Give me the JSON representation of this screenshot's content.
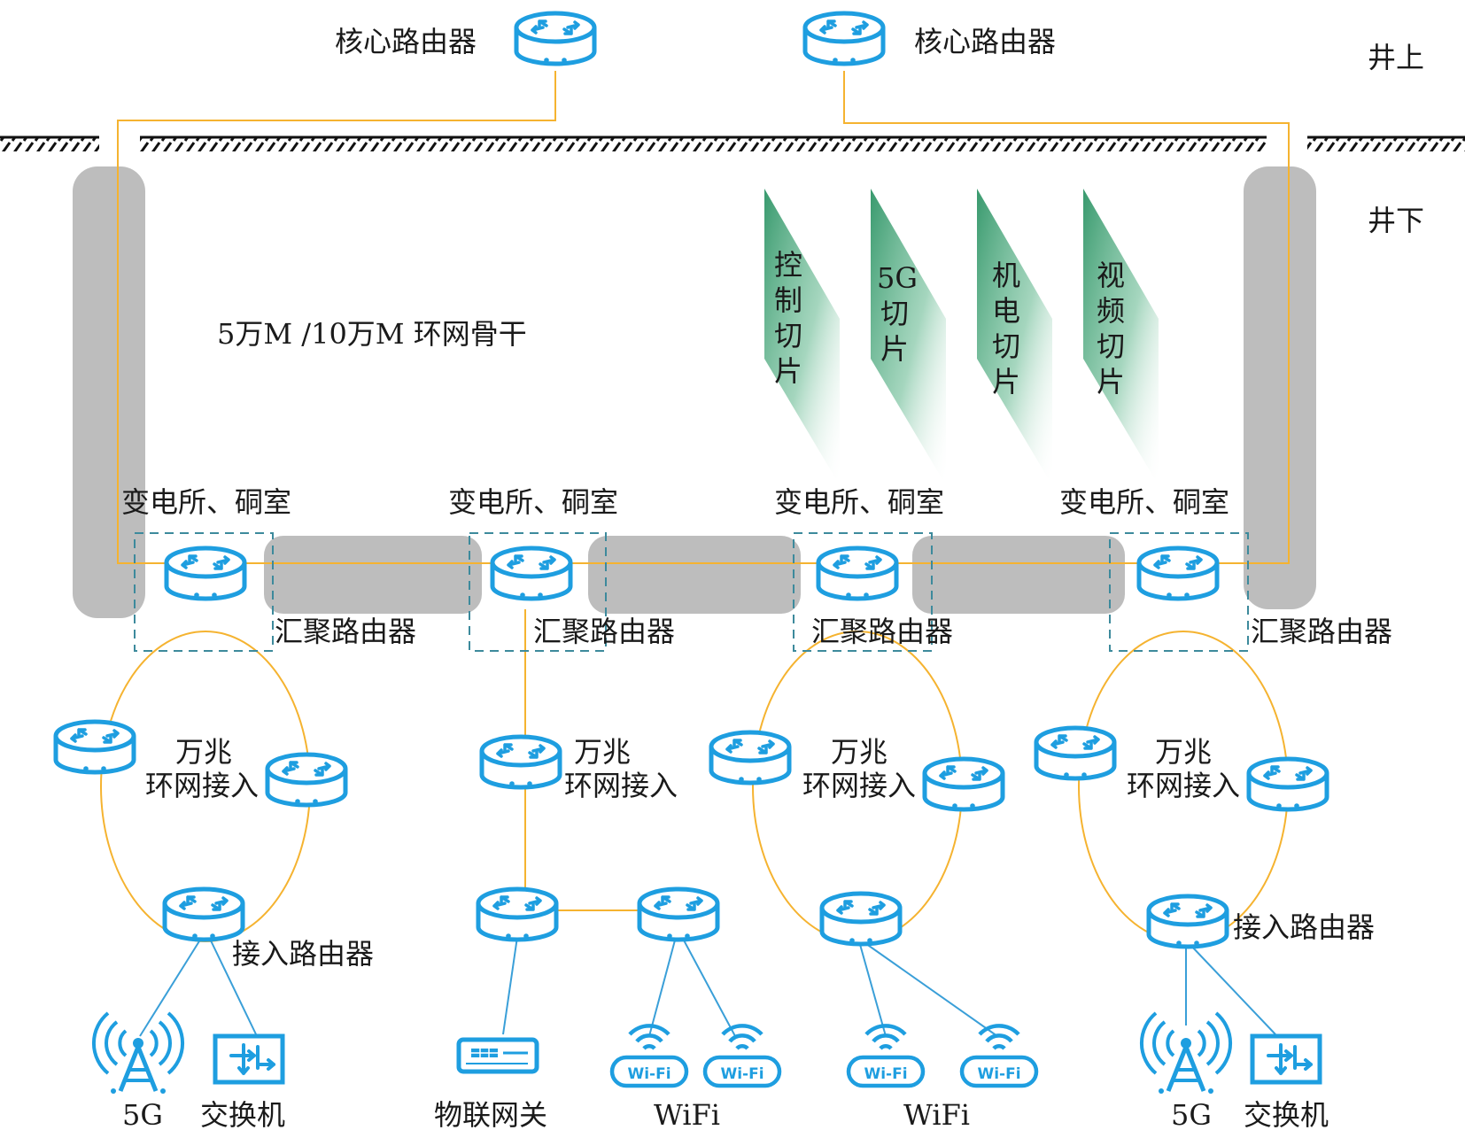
{
  "labels": {
    "core_router_left": "核心路由器",
    "core_router_right": "核心路由器",
    "above_ground": "井上",
    "below_ground": "井下",
    "backbone": "5万M /10万M  环网骨干",
    "substation_1": "变电所、硐室",
    "substation_2": "变电所、硐室",
    "substation_3": "变电所、硐室",
    "substation_4": "变电所、硐室",
    "aggregation_1": "汇聚路由器",
    "aggregation_2": "汇聚路由器",
    "aggregation_3": "汇聚路由器",
    "aggregation_4": "汇聚路由器",
    "ring_access_1_line1": "万兆",
    "ring_access_1_line2": "环网接入",
    "ring_access_2_line1": "万兆",
    "ring_access_2_line2": "环网接入",
    "ring_access_3_line1": "万兆",
    "ring_access_3_line2": "环网接入",
    "ring_access_4_line1": "万兆",
    "ring_access_4_line2": "环网接入",
    "access_router_1": "接入路由器",
    "access_router_4": "接入路由器",
    "leaf_5g_1": "5G",
    "leaf_switch_1": "交换机",
    "leaf_iot_gateway": "物联网关",
    "leaf_wifi_2": "WiFi",
    "leaf_wifi_3": "WiFi",
    "leaf_5g_4": "5G",
    "leaf_switch_4": "交换机",
    "wifi_badge": "Wi-Fi"
  },
  "slices": [
    {
      "chars": [
        "控",
        "制",
        "切",
        "片"
      ]
    },
    {
      "chars": [
        "5G",
        "切",
        "片"
      ]
    },
    {
      "chars": [
        "机",
        "电",
        "切",
        "片"
      ]
    },
    {
      "chars": [
        "视",
        "频",
        "切",
        "片"
      ]
    }
  ],
  "colors": {
    "router_blue": "#1e9ee0",
    "link_orange": "#f5b330",
    "leaf_line_blue": "#3a9fd8",
    "shaft_gray": "#bdbdbd",
    "slice_green": "#2e9466",
    "dash_box": "#3d8a9c"
  },
  "icons": {
    "router": "router-icon",
    "antenna": "5g-antenna-icon",
    "switch": "switch-icon",
    "gateway": "iot-gateway-icon",
    "wifi": "wifi-icon"
  }
}
